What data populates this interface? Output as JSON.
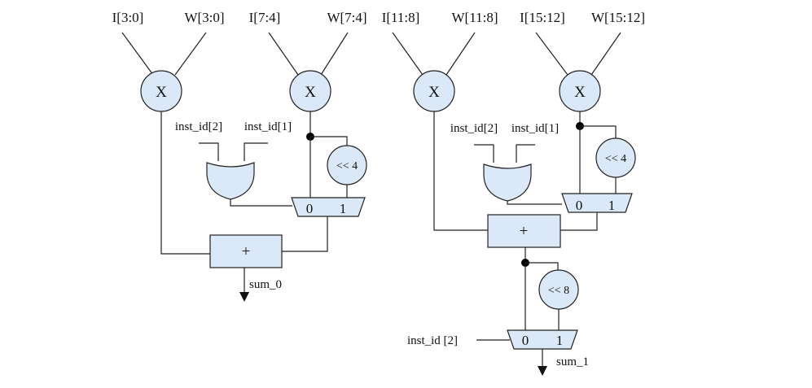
{
  "diagram": {
    "inputs": {
      "i0": "I[3:0]",
      "w0": "W[3:0]",
      "i1": "I[7:4]",
      "w1": "W[7:4]",
      "i2": "I[11:8]",
      "w2": "W[11:8]",
      "i3": "I[15:12]",
      "w3": "W[15:12]"
    },
    "multiplier_symbol": "X",
    "adder_symbol": "+",
    "shifts": {
      "left": "<< 4",
      "right": "<< 4",
      "final": "<< 8"
    },
    "mux_inputs": {
      "zero": "0",
      "one": "1"
    },
    "select_signals": {
      "left_a": "inst_id[2]",
      "left_b": "inst_id[1]",
      "right_a": "inst_id[2]",
      "right_b": "inst_id[1]",
      "final": "inst_id [2]"
    },
    "outputs": {
      "sum0": "sum_0",
      "sum1": "sum_1"
    },
    "colors": {
      "fill": "#dbe8f7",
      "stroke": "#222222"
    }
  }
}
